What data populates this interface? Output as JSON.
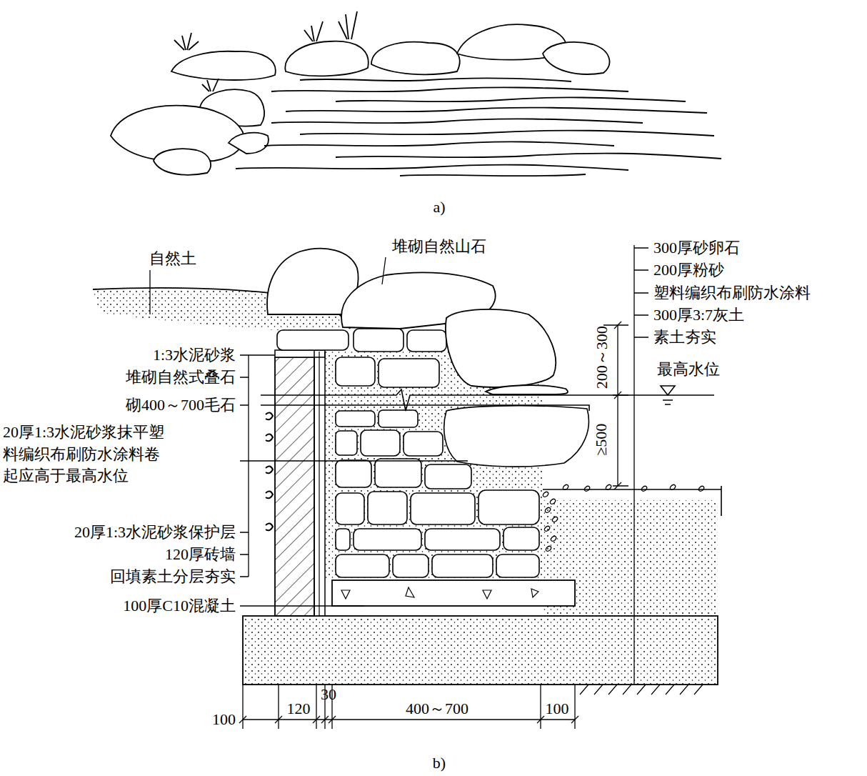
{
  "diagram": {
    "labels": [
      "a)",
      "自然土",
      "堆砌自然山石",
      "300厚砂卵石",
      "200厚粉砂",
      "塑料编织布刷防水涂料",
      "300厚3:7灰土",
      "素土夯实",
      "最高水位",
      "200～300",
      "≥500",
      "1:3水泥砂浆",
      "堆砌自然式叠石",
      "砌400～700毛石",
      "20厚1:3水泥砂浆抹平塑 料编织布刷防水涂料卷 起应高于最高水位",
      "20厚1:3水泥砂浆保护层",
      "120厚砖墙",
      "回填素土分层夯实",
      "100厚C10混凝土",
      "100",
      "120",
      "30",
      "400～700",
      "100",
      "b)"
    ]
  }
}
